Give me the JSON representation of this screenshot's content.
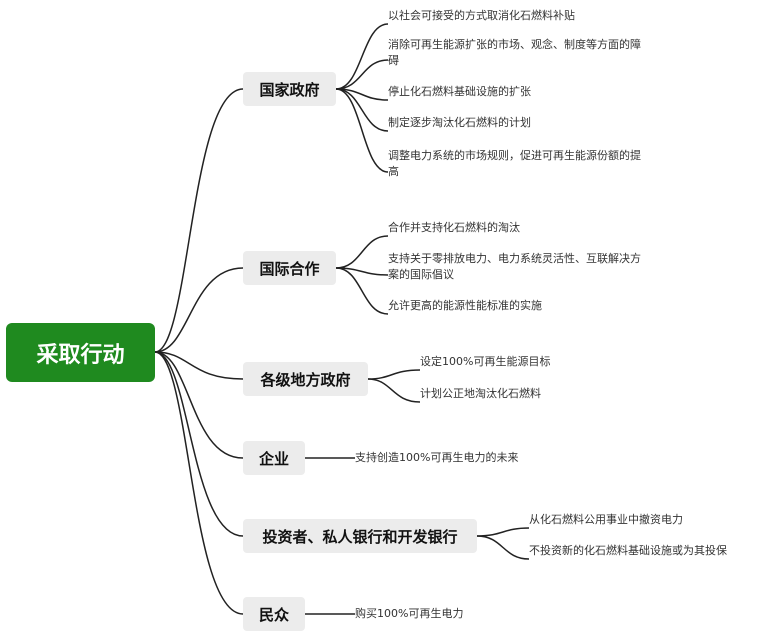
{
  "root": {
    "label": "采取行动",
    "color": "#1f8a1f"
  },
  "branches": [
    {
      "label": "国家政府",
      "items": [
        "以社会可接受的方式取消化石燃料补贴",
        "消除可再生能源扩张的市场、观念、制度等方面的障碍",
        "停止化石燃料基础设施的扩张",
        "制定逐步淘汰化石燃料的计划",
        "调整电力系统的市场规则，促进可再生能源份额的提高"
      ]
    },
    {
      "label": "国际合作",
      "items": [
        "合作并支持化石燃料的淘汰",
        "支持关于零排放电力、电力系统灵活性、互联解决方案的国际倡议",
        "允许更高的能源性能标准的实施"
      ]
    },
    {
      "label": "各级地方政府",
      "items": [
        "设定100%可再生能源目标",
        "计划公正地淘汰化石燃料"
      ]
    },
    {
      "label": "企业",
      "items": [
        "支持创造100%可再生电力的未来"
      ]
    },
    {
      "label": "投资者、私人银行和开发银行",
      "items": [
        "从化石燃料公用事业中撤资电力",
        "不投资新的化石燃料基础设施或为其投保"
      ]
    },
    {
      "label": "民众",
      "items": [
        "购买100%可再生电力"
      ]
    }
  ]
}
